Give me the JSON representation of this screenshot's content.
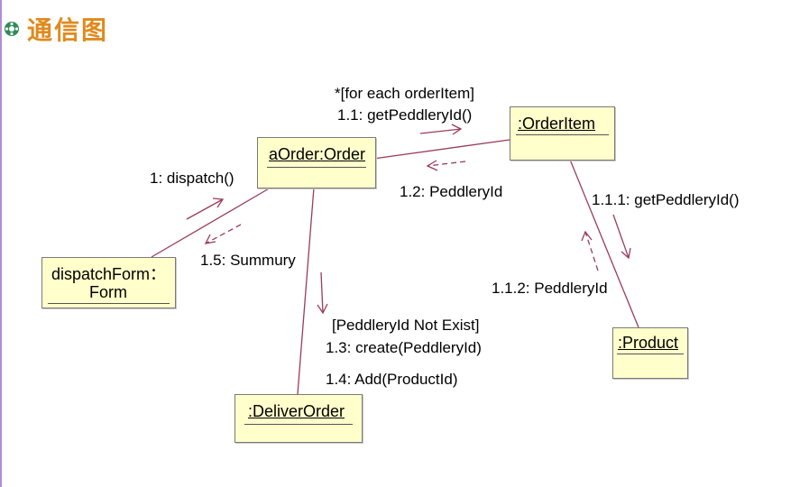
{
  "title": "通信图",
  "colors": {
    "title": "#e08a1e",
    "link": "#9a3c5a",
    "box_fill": "#ffffcc"
  },
  "objects": {
    "a_order": ":Order",
    "a_order_prefix": "aOrder",
    "order_item": ":OrderItem",
    "dispatch_form_line1": "dispatchForm：",
    "dispatch_form_line2": "Form",
    "product": ":Product",
    "deliver_order": ":DeliverOrder"
  },
  "messages": {
    "loop_guard": "*[for each orderItem]",
    "m1_1": "1.1: getPeddleryId()",
    "m1": "1: dispatch()",
    "m1_2": "1.2: PeddleryId",
    "m1_1_1": "1.1.1: getPeddleryId()",
    "m1_5": "1.5: Summury",
    "m1_1_2": "1.1.2: PeddleryId",
    "guard_not_exist": "[PeddleryId Not Exist]",
    "m1_3": "1.3: create(PeddleryId)",
    "m1_4": "1.4: Add(ProductId)"
  }
}
